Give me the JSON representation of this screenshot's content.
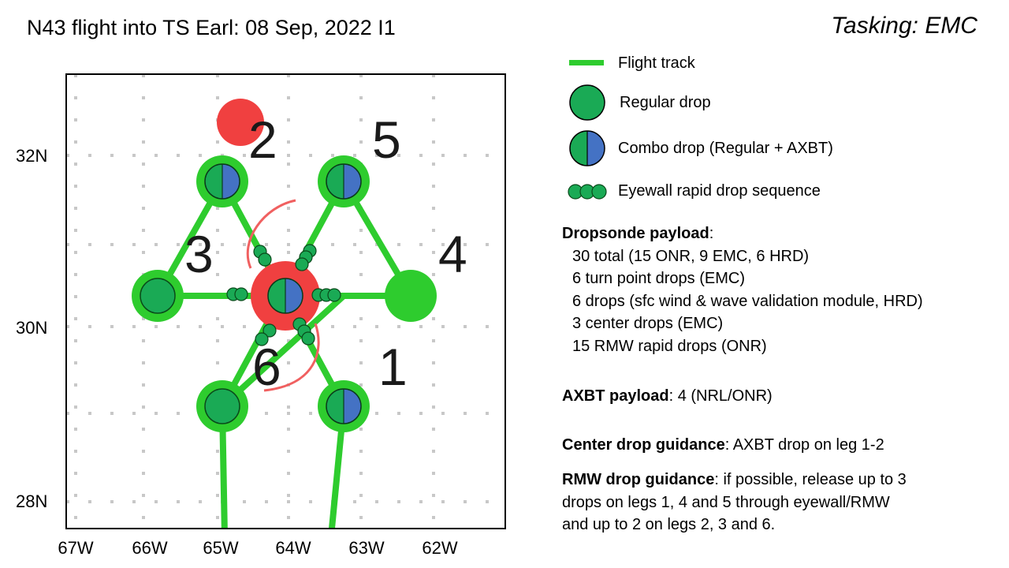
{
  "title": "N43 flight into TS Earl: 08 Sep, 2022 I1",
  "tasking": "Tasking: EMC",
  "map": {
    "lat_labels": [
      "32N",
      "30N",
      "28N"
    ],
    "lon_labels": [
      "67W",
      "66W",
      "65W",
      "64W",
      "63W",
      "62W"
    ],
    "leg_numbers": [
      "1",
      "2",
      "3",
      "4",
      "5",
      "6"
    ],
    "colors": {
      "track": "#2ecc2e",
      "drop_green": "#1aaa55",
      "combo_blue": "#4472c4",
      "storm_red": "#f04040",
      "rmw_arc": "#f06060"
    }
  },
  "legend": {
    "flight_track": "Flight track",
    "regular_drop": "Regular drop",
    "combo_drop": "Combo drop (Regular + AXBT)",
    "eyewall_sequence": "Eyewall rapid drop sequence"
  },
  "payload": {
    "heading": "Dropsonde payload",
    "colon": ":",
    "lines": [
      "30 total (15 ONR, 9 EMC, 6 HRD)",
      "6 turn point drops (EMC)",
      "6 drops (sfc wind & wave validation module, HRD)",
      "3 center drops (EMC)",
      "15 RMW rapid drops (ONR)"
    ]
  },
  "axbt": {
    "heading": "AXBT payload",
    "text": ": 4 (NRL/ONR)"
  },
  "center_guidance": {
    "heading": "Center drop guidance",
    "text": ": AXBT drop on leg 1-2"
  },
  "rmw_guidance": {
    "heading": "RMW drop guidance",
    "line1": ": if possible, release up to 3",
    "line2": "drops on legs 1, 4 and 5 through eyewall/RMW",
    "line3": "and up to 2 on legs 2, 3 and 6."
  }
}
